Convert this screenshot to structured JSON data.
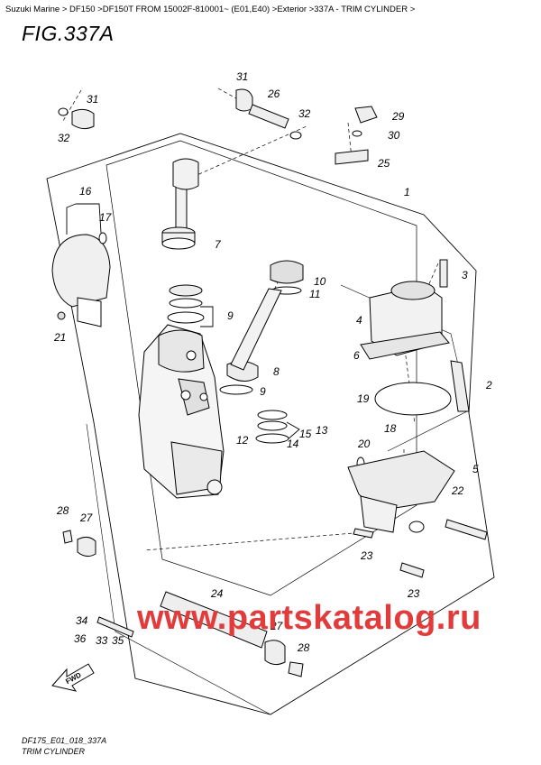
{
  "breadcrumb": "Suzuki Marine > DF150 >DF150T FROM 15002F-810001~ (E01,E40) >Exterior >337A - TRIM CYLINDER >",
  "figure_title": "FIG.337A",
  "footer_code": "DF175_E01_018_337A",
  "footer_name": "TRIM CYLINDER",
  "watermark": "www.partskatalog.ru",
  "fwd_label": "FWD",
  "callouts": [
    {
      "id": "c31a",
      "text": "31"
    },
    {
      "id": "c26",
      "text": "26"
    },
    {
      "id": "c32a",
      "text": "32"
    },
    {
      "id": "c31b",
      "text": "31"
    },
    {
      "id": "c32b",
      "text": "32"
    },
    {
      "id": "c29",
      "text": "29"
    },
    {
      "id": "c30",
      "text": "30"
    },
    {
      "id": "c25",
      "text": "25"
    },
    {
      "id": "c1",
      "text": "1"
    },
    {
      "id": "c16",
      "text": "16"
    },
    {
      "id": "c17",
      "text": "17"
    },
    {
      "id": "c7",
      "text": "7"
    },
    {
      "id": "c3",
      "text": "3"
    },
    {
      "id": "c10",
      "text": "10"
    },
    {
      "id": "c11",
      "text": "11"
    },
    {
      "id": "c9a",
      "text": "9"
    },
    {
      "id": "c21",
      "text": "21"
    },
    {
      "id": "c4",
      "text": "4"
    },
    {
      "id": "c6",
      "text": "6"
    },
    {
      "id": "c8",
      "text": "8"
    },
    {
      "id": "c9b",
      "text": "9"
    },
    {
      "id": "c2",
      "text": "2"
    },
    {
      "id": "c19",
      "text": "19"
    },
    {
      "id": "c13",
      "text": "13"
    },
    {
      "id": "c15",
      "text": "15"
    },
    {
      "id": "c14",
      "text": "14"
    },
    {
      "id": "c12",
      "text": "12"
    },
    {
      "id": "c18",
      "text": "18"
    },
    {
      "id": "c20",
      "text": "20"
    },
    {
      "id": "c5",
      "text": "5"
    },
    {
      "id": "c22",
      "text": "22"
    },
    {
      "id": "c28a",
      "text": "28"
    },
    {
      "id": "c27a",
      "text": "27"
    },
    {
      "id": "c23a",
      "text": "23"
    },
    {
      "id": "c23b",
      "text": "23"
    },
    {
      "id": "c24",
      "text": "24"
    },
    {
      "id": "c34",
      "text": "34"
    },
    {
      "id": "c36",
      "text": "36"
    },
    {
      "id": "c33",
      "text": "33"
    },
    {
      "id": "c35",
      "text": "35"
    },
    {
      "id": "c27b",
      "text": "27"
    },
    {
      "id": "c28b",
      "text": "28"
    }
  ]
}
